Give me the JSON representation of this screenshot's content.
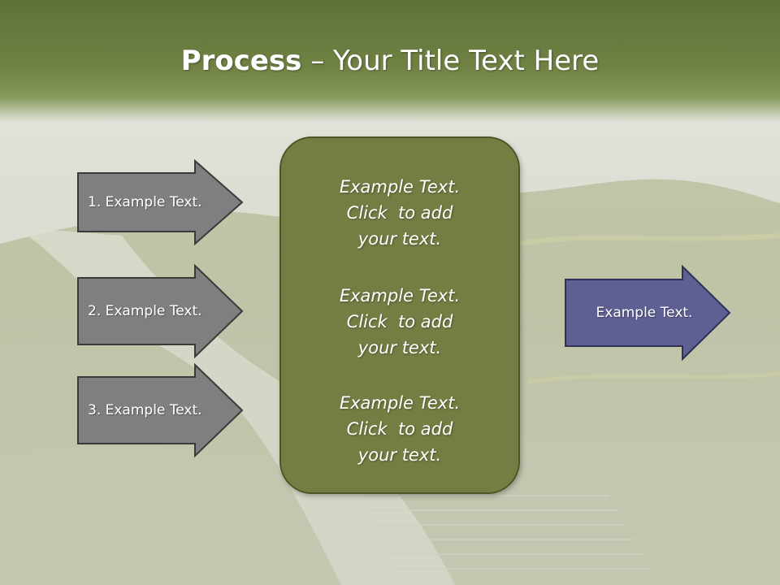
{
  "title": {
    "bold": "Process",
    "rest": " – Your Title Text Here"
  },
  "left_arrows": [
    {
      "label": "1. Example Text."
    },
    {
      "label": "2. Example Text."
    },
    {
      "label": "3. Example Text."
    }
  ],
  "center_panel": {
    "items": [
      {
        "lines": [
          "Example Text.",
          "Click  to add",
          "your text."
        ]
      },
      {
        "lines": [
          "Example Text.",
          "Click  to add",
          "your text."
        ]
      },
      {
        "lines": [
          "Example Text.",
          "Click  to add",
          "your text."
        ]
      }
    ]
  },
  "right_arrow": {
    "label": "Example Text."
  },
  "colors": {
    "title_bar": "#6f8243",
    "gray_arrow_fill": "#7f7f7f",
    "gray_arrow_stroke": "#3a3a3a",
    "panel_fill": "#737e43",
    "panel_stroke": "#4e5628",
    "purple_arrow_fill": "#5e5f93",
    "purple_arrow_stroke": "#2f3057"
  }
}
